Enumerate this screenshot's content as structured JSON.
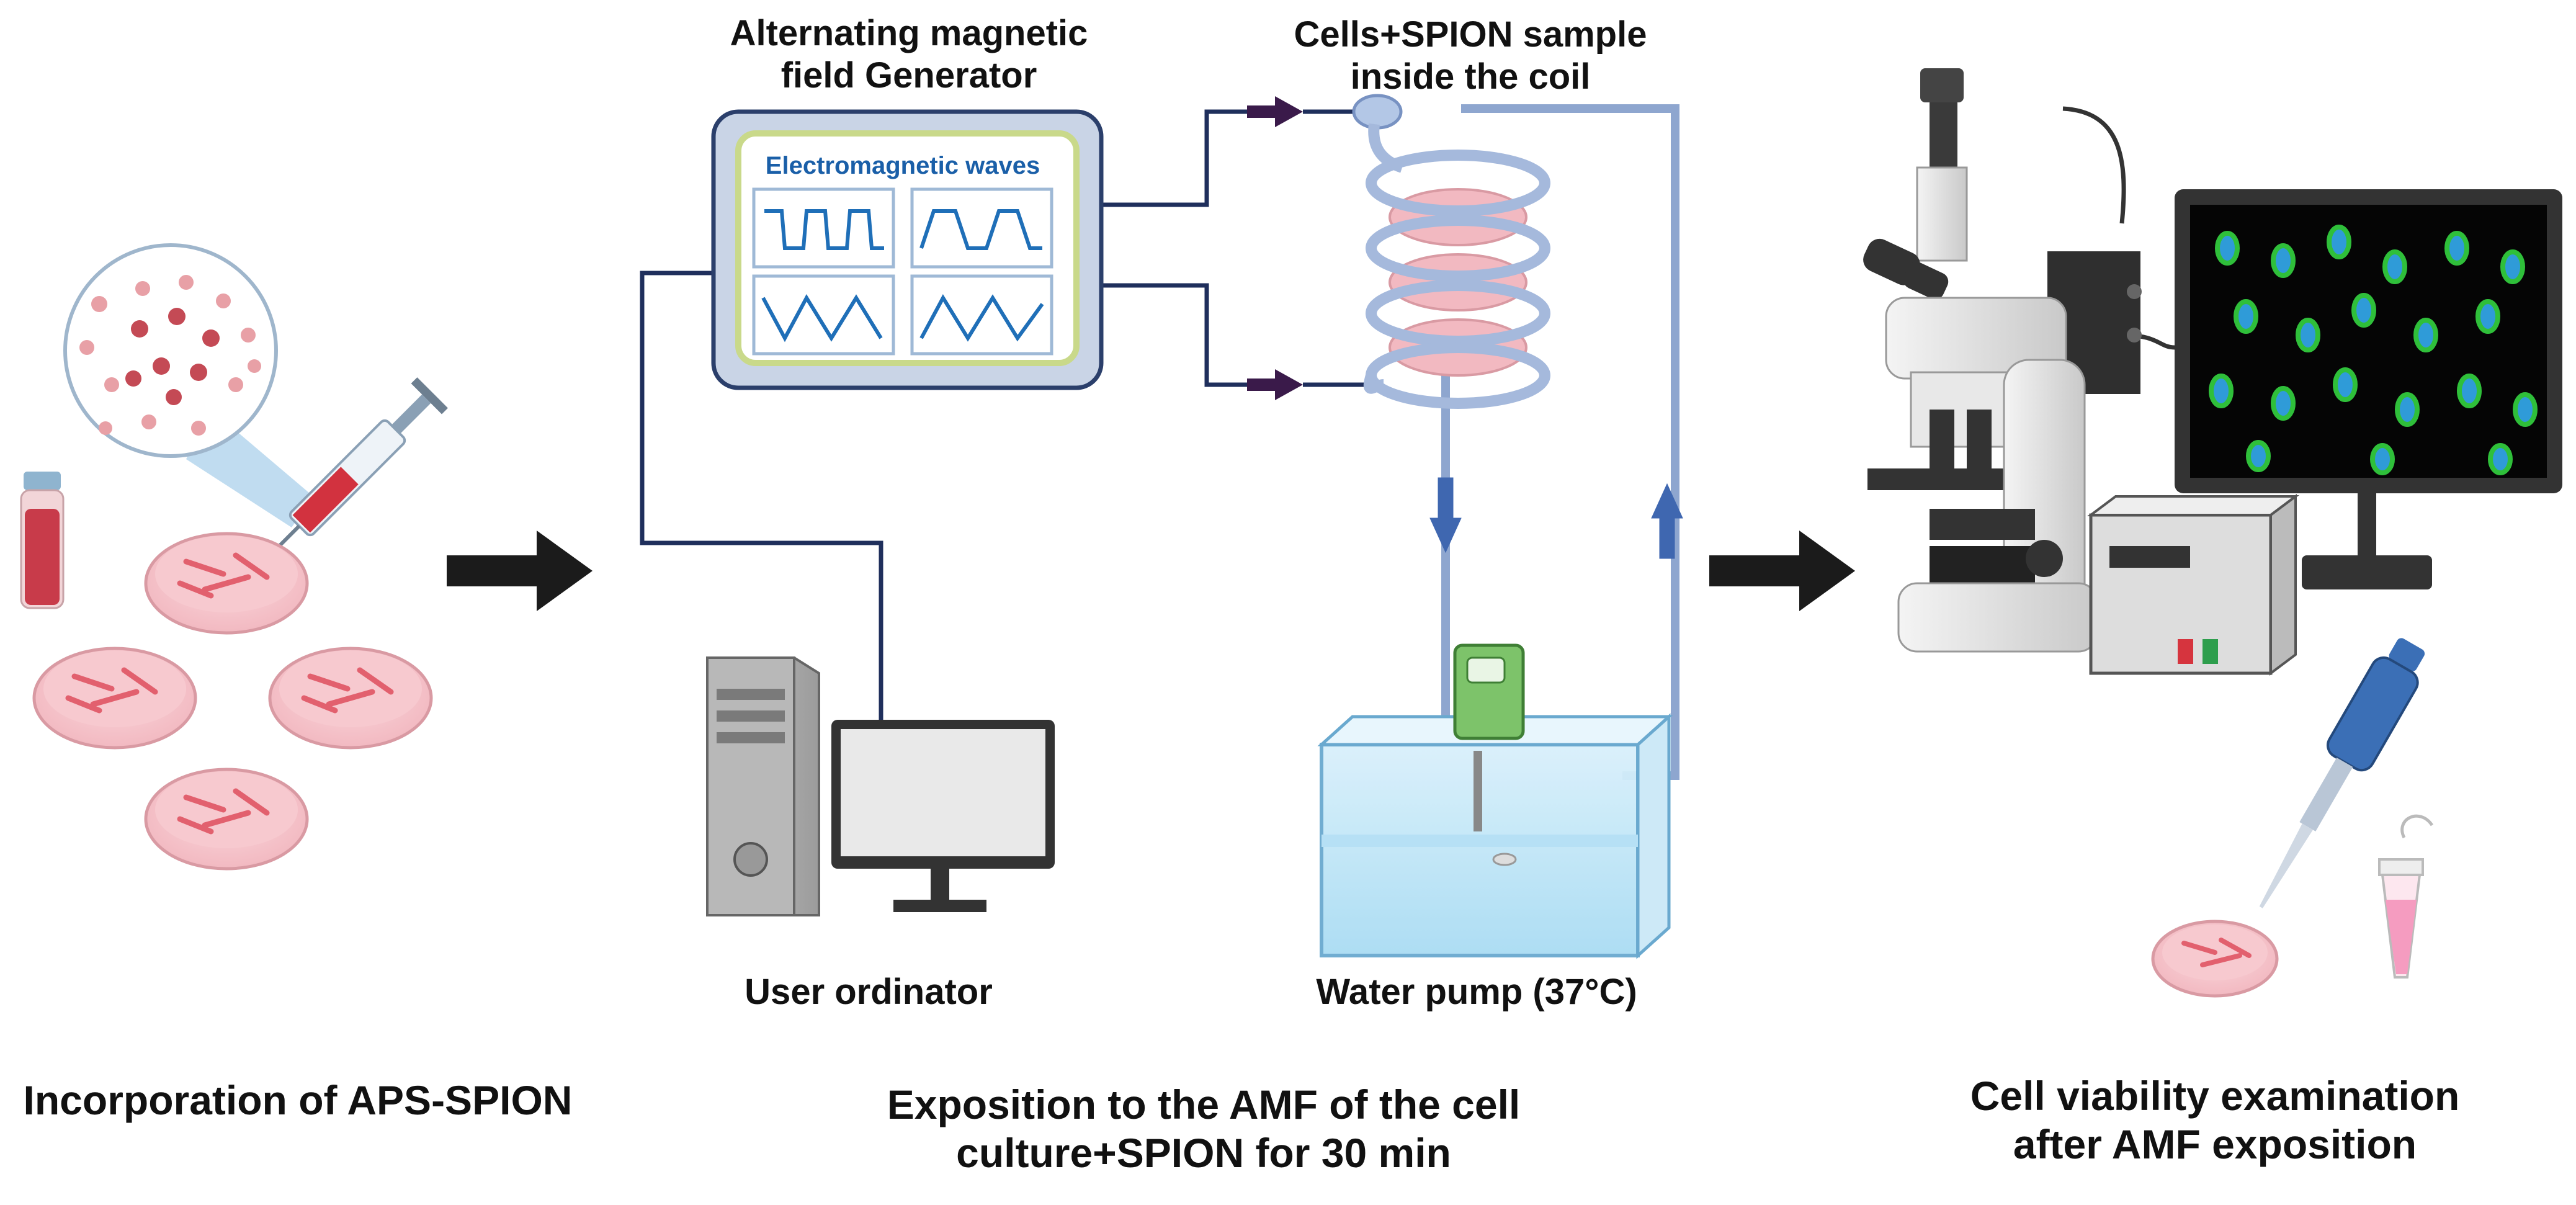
{
  "labels": {
    "generator_title": "Alternating magnetic field Generator",
    "generator_title_line1": "Alternating magnetic",
    "generator_title_line2": "field Generator",
    "screen_title": "Electromagnetic waves",
    "coil_title_line1": "Cells+SPION sample",
    "coil_title_line2": "inside the coil",
    "computer": "User ordinator",
    "water_pump": "Water pump (37°C)",
    "step1": "Incorporation of APS-SPION",
    "step2_line1": "Exposition to the AMF of the cell",
    "step2_line2": "culture+SPION for 30 min",
    "step3_line1": "Cell viability examination",
    "step3_line2": "after AMF exposition"
  },
  "colors": {
    "arrow": "#1b1b1b",
    "cable": "#1f2f5c",
    "tube": "#8ea6cf",
    "flow_arrow": "#3f67b0",
    "purple_arrow": "#3a1a4a",
    "dish": "#f6c8cf",
    "cells": "#e06a78",
    "wave": "#1f6fb8",
    "screen_frame": "#c9d98a",
    "monitor_cells_outer": "#2fbf3a",
    "monitor_cells_inner": "#2f9bd8"
  }
}
